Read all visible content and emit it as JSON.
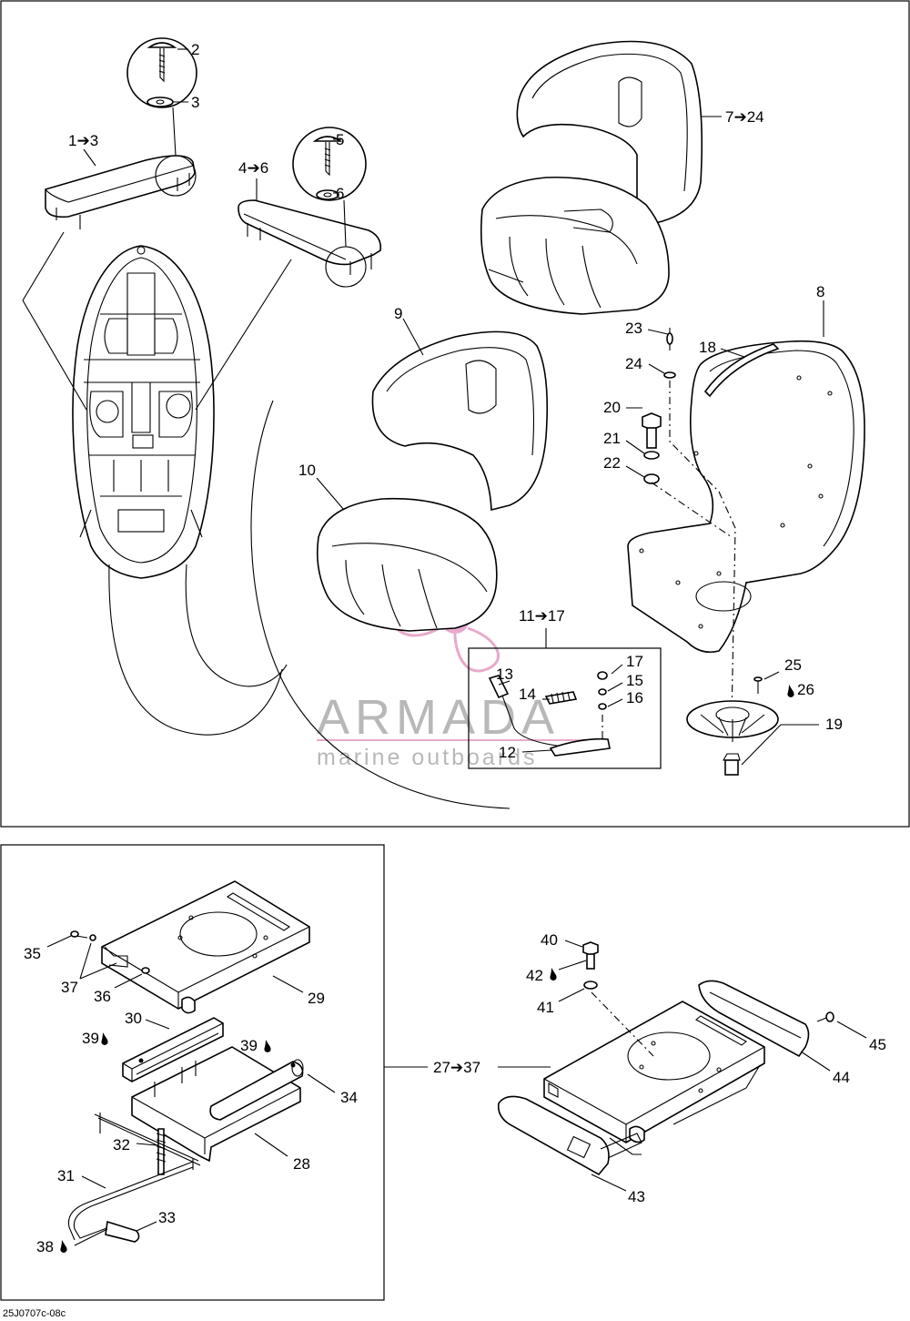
{
  "diagram": {
    "reference_code": "25J0707c-08c",
    "watermark": {
      "brand": "ARMADA",
      "tagline": "marine outboards",
      "color": "#e8a9cb"
    },
    "callouts_top": {
      "c2": "2",
      "c3": "3",
      "c1_3": "1➔3",
      "c5": "5",
      "c4_6": "4➔6",
      "c6": "6",
      "c7_24": "7➔24",
      "c8": "8",
      "c9": "9",
      "c10": "10",
      "c23": "23",
      "c18": "18",
      "c24": "24",
      "c20": "20",
      "c21": "21",
      "c22": "22",
      "c11_17": "11➔17",
      "c13": "13",
      "c14": "14",
      "c17": "17",
      "c15": "15",
      "c16": "16",
      "c12": "12",
      "c25": "25",
      "c26": "26",
      "c19": "19"
    },
    "callouts_bottom": {
      "c35": "35",
      "c37": "37",
      "c36": "36",
      "c29": "29",
      "c30": "30",
      "c39a": "39",
      "c39b": "39",
      "c34": "34",
      "c32": "32",
      "c28": "28",
      "c31": "31",
      "c33": "33",
      "c38": "38",
      "c27_37": "27➔37",
      "c40": "40",
      "c42": "42",
      "c41": "41",
      "c45": "45",
      "c44": "44",
      "c43": "43"
    },
    "drop_icon": "oil-drop-icon"
  }
}
